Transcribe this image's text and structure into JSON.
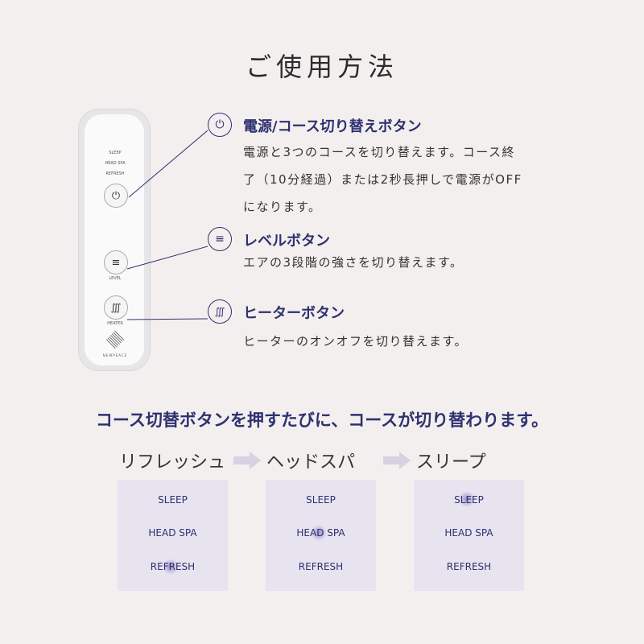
{
  "title": "ご使用方法",
  "remote": {
    "labels": [
      "SLEEP",
      "HEAD SPA",
      "REFRESH"
    ],
    "level_label": "LEVEL",
    "heater_label": "HEATER",
    "brand": "NEWPEACE"
  },
  "features": [
    {
      "icon": "power-icon",
      "heading": "電源/コース切り替えボタン",
      "lines": [
        "電源と3つのコースを切り替えます。コース終",
        "了（10分経過）または2秒長押しで電源がOFF",
        "になります。"
      ]
    },
    {
      "icon": "level-icon",
      "heading": "レベルボタン",
      "lines": [
        "エアの3段階の強さを切り替えます。"
      ]
    },
    {
      "icon": "heater-icon",
      "heading": "ヒーターボタン",
      "lines": [
        "ヒーターのオンオフを切り替えます。"
      ]
    }
  ],
  "subheading": "コース切替ボタンを押すたびに、コースが切り替わります。",
  "courses": [
    {
      "name": "リフレッシュ",
      "active": "REFRESH"
    },
    {
      "name": "ヘッドスパ",
      "active": "HEAD SPA"
    },
    {
      "name": "スリープ",
      "active": "SLEEP"
    }
  ],
  "panel_labels": [
    "SLEEP",
    "HEAD SPA",
    "REFRESH"
  ],
  "colors": {
    "accent": "#2d3170",
    "panel": "#e7e4f0",
    "background": "#f4efef"
  }
}
